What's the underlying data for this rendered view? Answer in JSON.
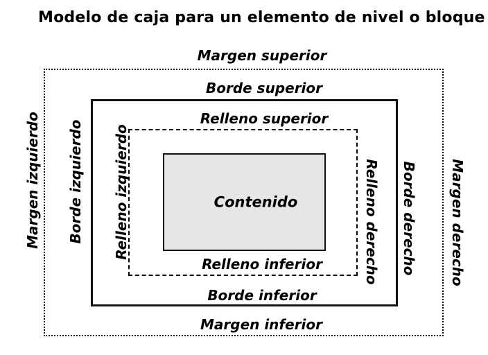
{
  "title": "Modelo de caja para un elemento de nivel o bloque",
  "diagram": {
    "labels": {
      "margen_superior": "Margen superior",
      "borde_superior": "Borde superior",
      "relleno_superior": "Relleno superior",
      "contenido": "Contenido",
      "relleno_inferior": "Relleno inferior",
      "borde_inferior": "Borde inferior",
      "margen_inferior": "Margen inferior",
      "margen_izquierdo": "Margen izquierdo",
      "borde_izquierdo": "Borde izquierdo",
      "relleno_izquierdo": "Relleno izquierdo",
      "relleno_derecho": "Relleno derecho",
      "borde_derecho": "Borde derecho",
      "margen_derecho": "Margen derecho"
    },
    "colors": {
      "background": "#ffffff",
      "text": "#000000",
      "border": "#000000",
      "content_fill": "#e6e6e6"
    },
    "box_styles": {
      "margin": "dotted",
      "border": "solid",
      "padding": "dashed",
      "content": "solid-filled"
    }
  }
}
